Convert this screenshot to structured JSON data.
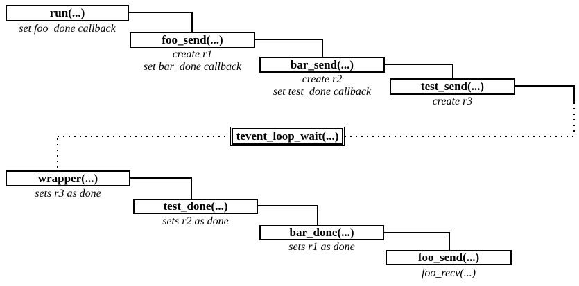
{
  "diagram": {
    "type": "flow-diagram",
    "colors": {
      "background": "#ffffff",
      "line": "#000000",
      "box_border": "#000000",
      "text": "#000000"
    },
    "nodes": {
      "run": {
        "label": "run(...)",
        "annotations": [
          "set foo_done callback"
        ]
      },
      "foo_send": {
        "label": "foo_send(...)",
        "annotations": [
          "create r1",
          "set bar_done callback"
        ]
      },
      "bar_send": {
        "label": "bar_send(...)",
        "annotations": [
          "create r2",
          "set test_done callback"
        ]
      },
      "test_send": {
        "label": "test_send(...)",
        "annotations": [
          "create r3"
        ]
      },
      "tevent_loop_wait": {
        "label": "tevent_loop_wait(...)",
        "annotations": []
      },
      "wrapper": {
        "label": "wrapper(...)",
        "annotations": [
          "sets r3 as done"
        ]
      },
      "test_done": {
        "label": "test_done(...)",
        "annotations": [
          "sets r2 as done"
        ]
      },
      "bar_done": {
        "label": "bar_done(...)",
        "annotations": [
          "sets r1 as done"
        ]
      },
      "foo_send_bottom": {
        "label": "foo_send(...)",
        "annotations": [
          "foo_recv(...)"
        ]
      }
    },
    "edges": [
      {
        "from": "run",
        "to": "foo_send",
        "style": "solid"
      },
      {
        "from": "foo_send",
        "to": "bar_send",
        "style": "solid"
      },
      {
        "from": "bar_send",
        "to": "test_send",
        "style": "solid"
      },
      {
        "from": "test_send",
        "to": "tevent_loop_wait",
        "style": "solid-then-dotted"
      },
      {
        "from": "tevent_loop_wait",
        "to": "wrapper",
        "style": "dotted"
      },
      {
        "from": "wrapper",
        "to": "test_done",
        "style": "solid"
      },
      {
        "from": "test_done",
        "to": "bar_done",
        "style": "solid"
      },
      {
        "from": "bar_done",
        "to": "foo_send_bottom",
        "style": "solid"
      }
    ]
  }
}
